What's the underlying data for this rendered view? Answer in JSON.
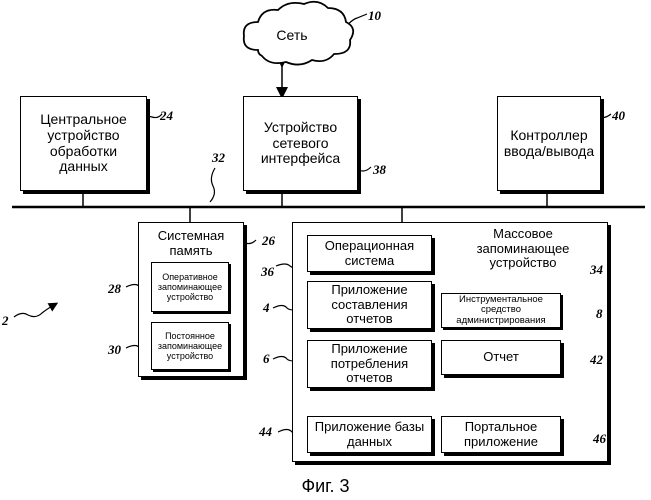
{
  "network": {
    "text": "Сеть",
    "ref": "10"
  },
  "cpu": {
    "text": "Центральное\nустройство\nобработки\nданных",
    "ref": "24"
  },
  "nic": {
    "text": "Устройство\nсетевого\nинтерфейса",
    "ref": "38"
  },
  "io": {
    "text": "Контроллер\nввода/вывода",
    "ref": "40"
  },
  "bus": {
    "ref": "32"
  },
  "system_memory": {
    "title": "Системная\nпамять",
    "ref": "26",
    "ram": {
      "text": "Оперативное\nзапоминающее\nустройство",
      "ref": "28"
    },
    "rom": {
      "text": "Постоянное\nзапоминающее\nустройство",
      "ref": "30"
    }
  },
  "mass_storage": {
    "title": "Массовое\nзапоминающее\nустройство",
    "ref": "34",
    "os": {
      "text": "Операционная\nсистема",
      "ref": "36"
    },
    "report_authoring": {
      "text": "Приложение\nсоставления\nотчетов",
      "ref": "4"
    },
    "admin_tool": {
      "text": "Инструментальное\nсредство\nадминистрирования",
      "ref": "8"
    },
    "report_consumption": {
      "text": "Приложение\nпотребления\nотчетов",
      "ref": "6"
    },
    "report": {
      "text": "Отчет",
      "ref": "42"
    },
    "database_app": {
      "text": "Приложение базы\nданных",
      "ref": "44"
    },
    "portal_app": {
      "text": "Портальное\nприложение",
      "ref": "46"
    }
  },
  "system_ref": "2",
  "caption": "Фиг. 3"
}
